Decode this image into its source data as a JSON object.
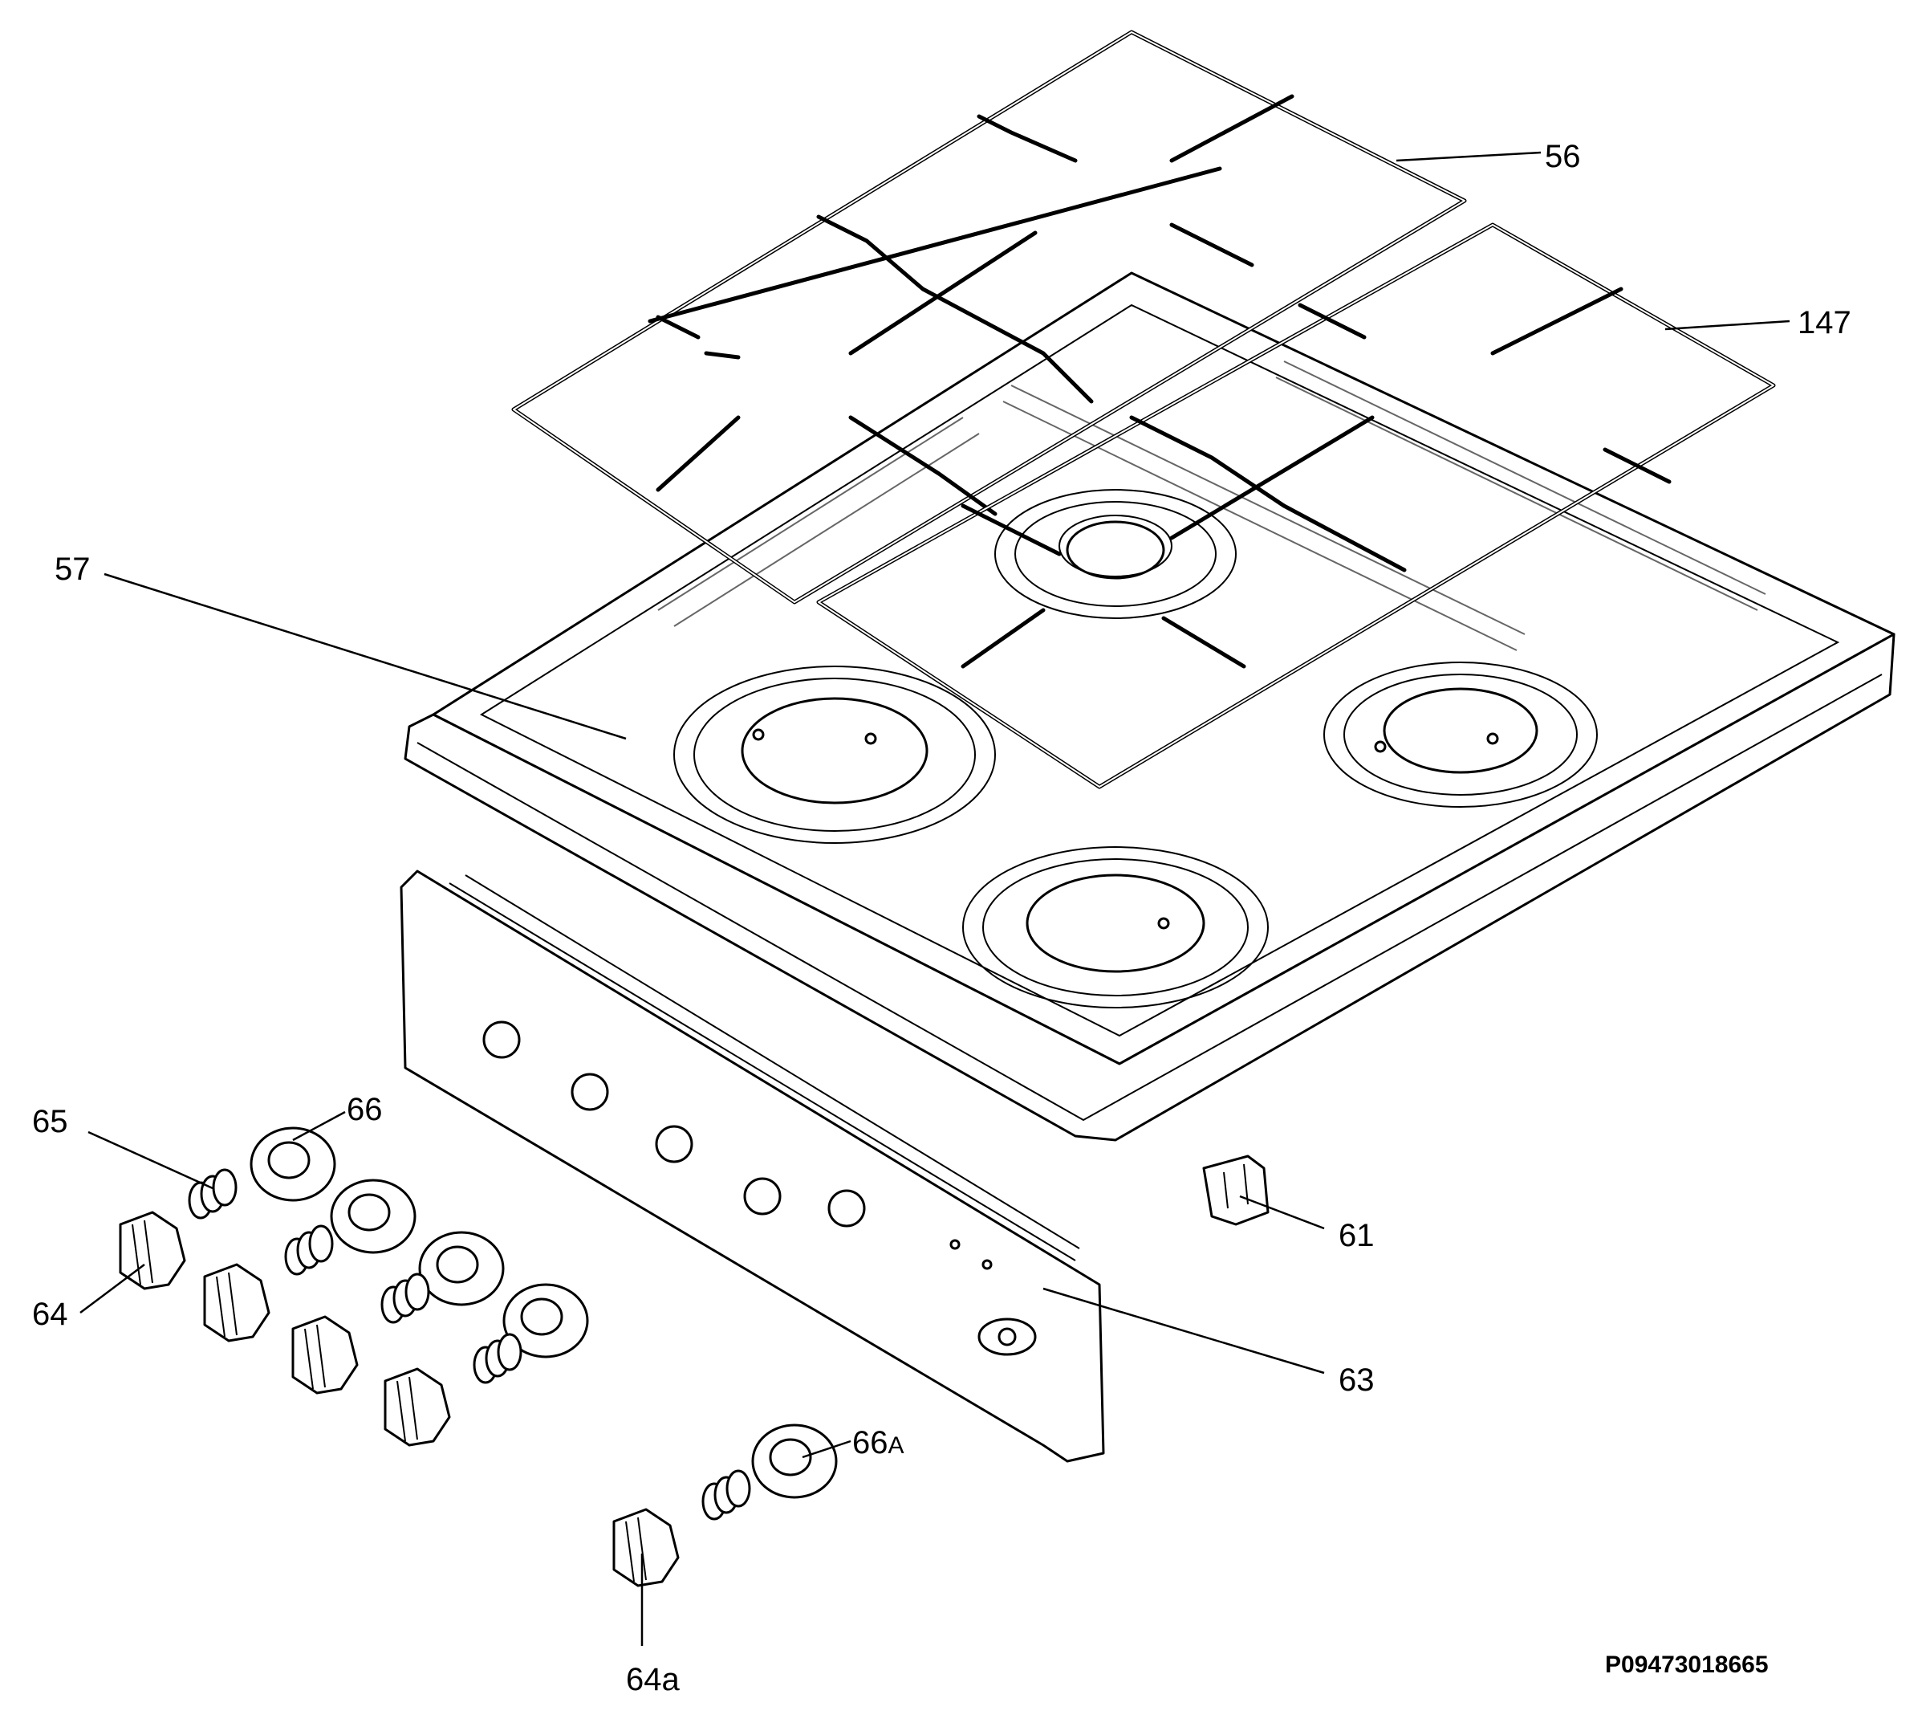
{
  "diagram": {
    "callouts": {
      "c56": "56",
      "c147": "147",
      "c57": "57",
      "c65": "65",
      "c66": "66",
      "c64": "64",
      "c61": "61",
      "c63": "63",
      "c66a": "66",
      "c66a_suffix": "A",
      "c64a": "64a"
    },
    "drawing_code": "P09473018665"
  },
  "colors": {
    "line": "#000000",
    "background": "#ffffff"
  }
}
